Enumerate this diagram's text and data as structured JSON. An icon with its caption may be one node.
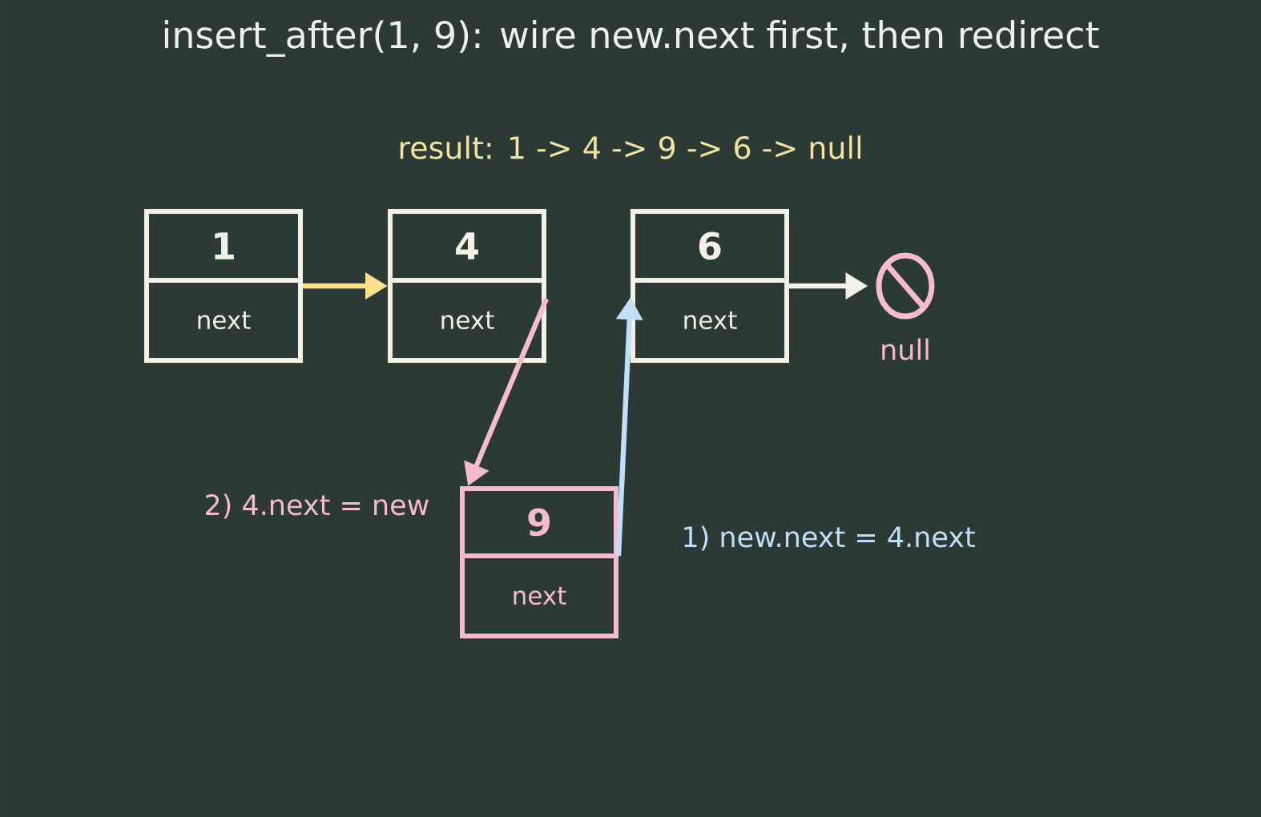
{
  "diagram": {
    "title": "insert_after(1, 9): wire new.next first, then redirect",
    "nodes": [
      {
        "text": [
          "1",
          "next"
        ]
      },
      {
        "text": [
          "4",
          "next"
        ]
      },
      {
        "text": [
          "6",
          "next"
        ]
      },
      {
        "text": [],
        "shape": "circle",
        "beside": [
          "null"
        ]
      },
      {
        "text": [
          "9",
          "next"
        ]
      }
    ],
    "edges": [
      {
        "from": 0,
        "to": 1,
        "arrow": "to",
        "color": "#ffe08a"
      },
      {
        "from": 1,
        "to": 4,
        "arrow": "to",
        "color": "#f8bbcb",
        "label": "2) 4.next = new"
      },
      {
        "from": 4,
        "to": 2,
        "arrow": "to",
        "color": "#bfe0f8",
        "label": "1) new.next = 4.next"
      },
      {
        "from": 2,
        "to": 3,
        "arrow": "to",
        "color": "#f3f1e6"
      }
    ],
    "labels": [
      "result: 1 -> 4 -> 9 -> 6 -> null"
    ]
  }
}
